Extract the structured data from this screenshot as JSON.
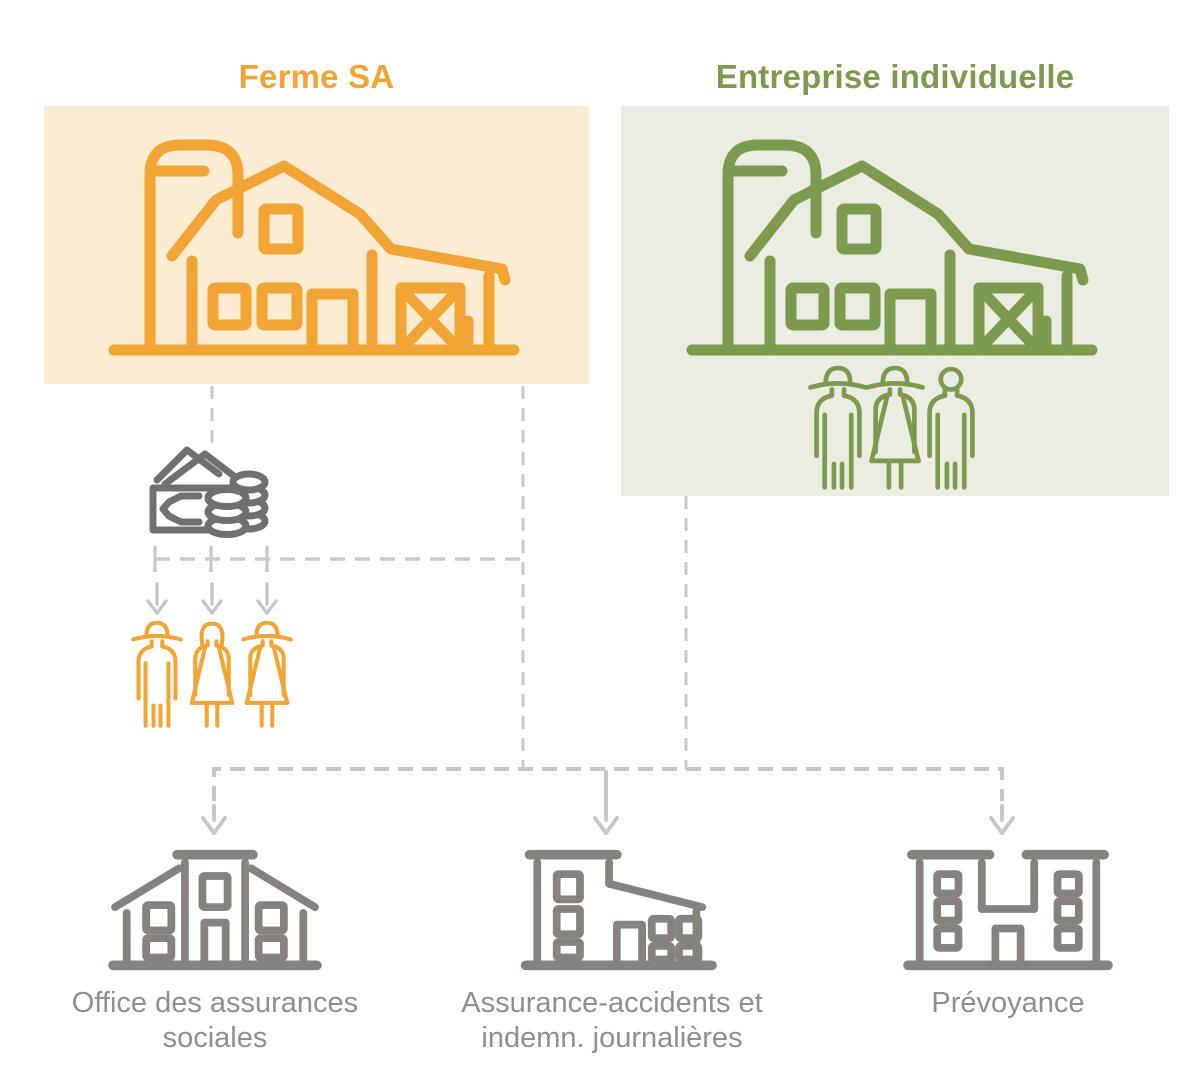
{
  "colors": {
    "orange": "#F2A434",
    "orange_box_fill": "#FCEDD2",
    "green": "#7C9A4E",
    "green_box_fill": "#EBECE1",
    "building_gray": "#86827E",
    "label_gray": "#8F8F8F",
    "money_gray": "#707070",
    "connector_gray": "#C9C9C9",
    "arrow_gray": "#C6C6C6"
  },
  "left_group": {
    "title": "Ferme SA",
    "icons": [
      "barn-icon",
      "money-icon",
      "workers-icon"
    ]
  },
  "right_group": {
    "title": "Entreprise individuelle",
    "icons": [
      "barn-icon",
      "workers-icon"
    ]
  },
  "institutions": [
    {
      "label": "Office des assurances sociales",
      "icon": "office-building-icon"
    },
    {
      "label": "Assurance-accidents et indemn. journalières",
      "icon": "insurance-building-icon"
    },
    {
      "label": "Prévoyance",
      "icon": "pension-building-icon"
    }
  ]
}
